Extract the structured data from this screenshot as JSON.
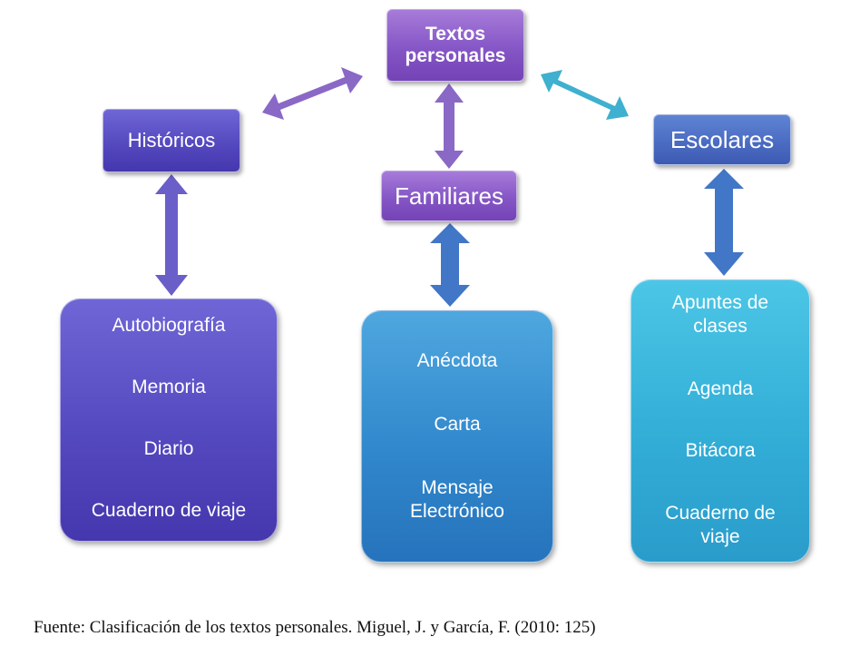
{
  "diagram": {
    "root": {
      "line1": "Textos",
      "line2": "personales"
    },
    "categories": {
      "historicos": "Históricos",
      "familiares": "Familiares",
      "escolares": "Escolares"
    },
    "lists": {
      "historicos": [
        "Autobiografía",
        "Memoria",
        "Diario",
        "Cuaderno de viaje"
      ],
      "familiares": [
        "Anécdota",
        "Carta",
        "Mensaje",
        "Electrónico"
      ],
      "escolares": [
        "Apuntes de",
        "clases",
        "Agenda",
        "Bitácora",
        "Cuaderno de",
        "viaje"
      ]
    },
    "colors": {
      "root": "#8556c6",
      "historicos": "#5549bf",
      "familiares": "#8556c6",
      "escolares": "#4b6cc3",
      "historicos_list": "#5549bf",
      "familiares_list": "#3188cc",
      "escolares_list": "#32aed7",
      "arrow_purple": "#8a68c6",
      "arrow_cyan": "#3fb0cf",
      "arrow_indigo": "#6a5ec9",
      "arrow_blue": "#4276c6"
    }
  },
  "caption": "Fuente: Clasificación de los textos personales. Miguel, J. y García, F. (2010: 125)"
}
